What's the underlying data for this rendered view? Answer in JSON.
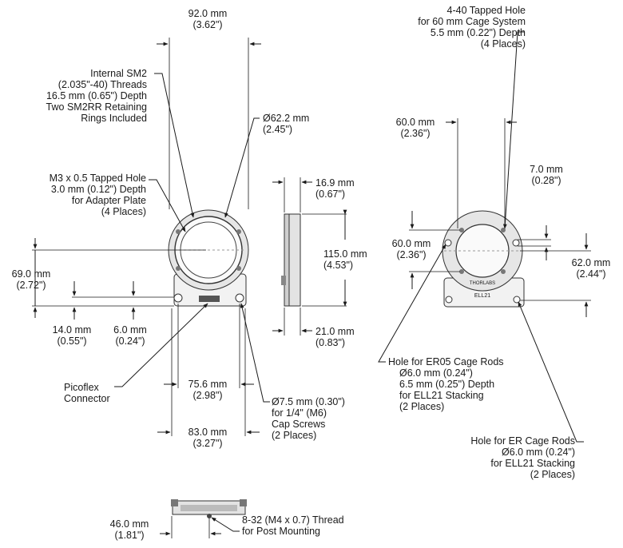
{
  "labels": {
    "width_92": [
      "92.0 mm",
      "(3.62\")"
    ],
    "sm2": [
      "Internal SM2",
      "(2.035\"-40) Threads",
      "16.5 mm (0.65\") Depth",
      "Two SM2RR Retaining",
      "Rings Included"
    ],
    "dia_62": [
      "Ø62.2 mm",
      "(2.45\")"
    ],
    "m3": [
      "M3 x 0.5 Tapped Hole",
      "3.0 mm (0.12\") Depth",
      "for Adapter Plate",
      "(4 Places)"
    ],
    "h69": [
      "69.0 mm",
      "(2.72\")"
    ],
    "h14": [
      "14.0 mm",
      "(0.55\")"
    ],
    "h6": [
      "6.0 mm",
      "(0.24\")"
    ],
    "d169": [
      "16.9 mm",
      "(0.67\")"
    ],
    "h115": [
      "115.0 mm",
      "(4.53\")"
    ],
    "d21": [
      "21.0 mm",
      "(0.83\")"
    ],
    "picoflex": [
      "Picoflex",
      "Connector"
    ],
    "w756": [
      "75.6 mm",
      "(2.98\")"
    ],
    "w83": [
      "83.0 mm",
      "(3.27\")"
    ],
    "screw": [
      "Ø7.5 mm (0.30\")",
      "for 1/4\" (M6)",
      "Cap Screws",
      "(2 Places)"
    ],
    "w46": [
      "46.0 mm",
      "(1.81\")"
    ],
    "thread832": [
      "8-32 (M4 x 0.7) Thread",
      "for Post Mounting"
    ],
    "tapped440": [
      "4-40 Tapped Hole",
      "for 60 mm Cage System",
      "5.5 mm (0.22\") Depth",
      "(4 Places)"
    ],
    "w60": [
      "60.0 mm",
      "(2.36\")"
    ],
    "h7": [
      "7.0 mm",
      "(0.28\")"
    ],
    "h60": [
      "60.0 mm",
      "(2.36\")"
    ],
    "h62": [
      "62.0 mm",
      "(2.44\")"
    ],
    "er05": [
      "Hole for ER05 Cage Rods",
      "Ø6.0 mm (0.24\")",
      "6.5 mm (0.25\") Depth",
      "for ELL21 Stacking",
      "(2 Places)"
    ],
    "er": [
      "Hole for ER Cage Rods",
      "Ø6.0 mm (0.24\")",
      "for ELL21 Stacking",
      "(2 Places)"
    ],
    "model": "ELL21",
    "brand": "THORLABS"
  }
}
